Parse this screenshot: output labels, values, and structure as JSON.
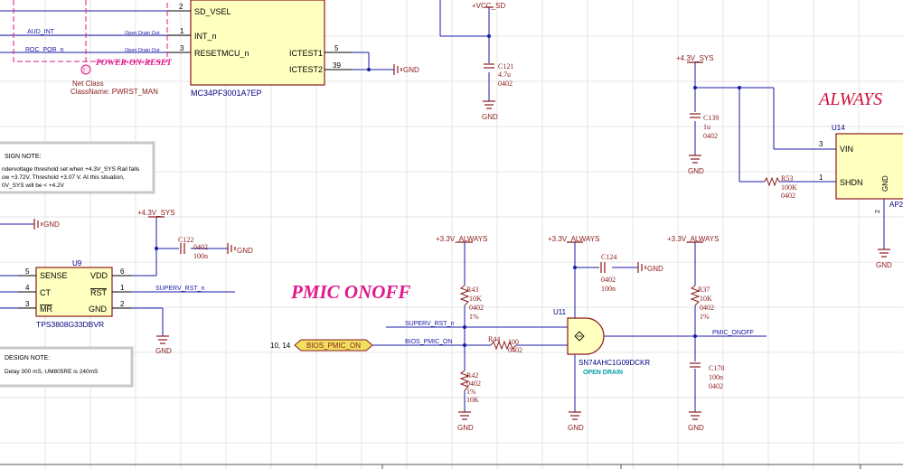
{
  "colors": {
    "wire": "#1a1aa8",
    "power": "#8b1a1a",
    "part_fill": "#ffffc0",
    "part_stroke": "#8b1a1a",
    "designator": "#000080",
    "net_label": "#1a1aa8",
    "title_magenta": "#e0188c",
    "title_red": "#d0103a",
    "note_border": "#c8c8c8",
    "grid": "#e3e3e3",
    "pin_num": "#000000",
    "cyan_text": "#00a0a8",
    "connector_fill": "#f0e060"
  },
  "titles": {
    "pmic_onoff": "PMIC ONOFF",
    "always": "ALWAYS",
    "power_on_reset": "POWER-ON-RESET"
  },
  "notes": {
    "design_note_1_title": "SIGN NOTE:",
    "design_note_1_line1": "ndervoltage threshold set when +4.3V_SYS Rail falls",
    "design_note_1_line2": "ow +3.72V. Threshold +3.07 V. At this situation,",
    "design_note_1_line3": "0V_SYS will be < +4.2V",
    "design_note_2_title": "DESIGN NOTE:",
    "design_note_2_line1": "Delay 300 mS, UM805RE is 240mS"
  },
  "netclass": {
    "label": "Net Class",
    "classname": "ClassName: PWRST_MAN"
  },
  "pmic_mcu": {
    "part_number": "MC34PF3001A7EP",
    "pins_left": [
      {
        "num": "2",
        "name": "SD_VSEL"
      },
      {
        "num": "1",
        "name": "INT_n"
      },
      {
        "num": "3",
        "name": "RESETMCU_n"
      }
    ],
    "pins_right": [
      {
        "num": "5",
        "name": "ICTEST1"
      },
      {
        "num": "39",
        "name": "ICTEST2"
      }
    ],
    "net_aud_int": "AUD_INT",
    "net_roc_por": "ROC_POR_n",
    "open_drain_1": "Open Drain Out",
    "open_drain_2": "Open Drain Out"
  },
  "u9": {
    "designator": "U9",
    "part_number": "TPS3808G33DBVR",
    "pins_left": [
      {
        "num": "5",
        "name": "SENSE"
      },
      {
        "num": "4",
        "name": "CT"
      },
      {
        "num": "3",
        "name": "MR"
      }
    ],
    "pins_right": [
      {
        "num": "6",
        "name": "VDD"
      },
      {
        "num": "1",
        "name": "RST"
      },
      {
        "num": "2",
        "name": "GND"
      }
    ],
    "net_superv": "SUPERV_RST_n"
  },
  "u11": {
    "designator": "U11",
    "part_number": "SN74AHC1G09DCKR",
    "note": "OPEN DRAIN"
  },
  "u14": {
    "designator": "U14",
    "pins_left": [
      {
        "num": "3",
        "name": "VIN"
      },
      {
        "num": "1",
        "name": "SHDN"
      }
    ],
    "pin_gnd": "GND",
    "pin_gnd_num": "2",
    "part_partial": "AP2"
  },
  "power_ports": {
    "vcc_sd": "+VCC_SD",
    "sys43_a": "+4.3V_SYS",
    "sys43_b": "+4.3V_SYS",
    "always_1": "+3.3V_ALWAYS",
    "always_2": "+3.3V_ALWAYS",
    "always_3": "+3.3V_ALWAYS",
    "gnd": "GND"
  },
  "components": {
    "c121": {
      "ref": "C121",
      "value": "4.7u",
      "size": "0402"
    },
    "c139": {
      "ref": "C139",
      "value": "1u",
      "size": "0402"
    },
    "r53": {
      "ref": "R53",
      "value": "100K",
      "size": "0402"
    },
    "c122": {
      "ref": "C122",
      "value": "100n",
      "size": "0402"
    },
    "r43": {
      "ref": "R43",
      "value": "10K",
      "size": "0402",
      "tol": "1%"
    },
    "r42": {
      "ref": "R42",
      "value": "10K",
      "size": "0402",
      "tol": "1%"
    },
    "r44": {
      "ref": "R44",
      "value": "100",
      "size": "0402"
    },
    "c124": {
      "ref": "C124",
      "value": "100n",
      "size": "0402"
    },
    "r37": {
      "ref": "R37",
      "value": "10K",
      "size": "0402",
      "tol": "1%"
    },
    "c170": {
      "ref": "C170",
      "value": "100n",
      "size": "0402"
    }
  },
  "nets": {
    "superv_rst": "SUPERV_RST_n",
    "bios_pmic_on": "BIOS_PMIC_ON",
    "pmic_onoff": "PMIC_ONOFF",
    "sheet_ref": "10, 14",
    "bios_port": "BIOS_PMIC_ON"
  }
}
